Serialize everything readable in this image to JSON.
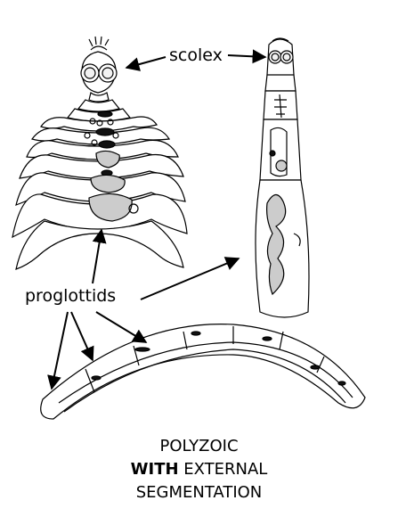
{
  "labels": {
    "scolex": "scolex",
    "proglottids": "proglottids"
  },
  "caption": {
    "line1": "POLYZOIC",
    "line2_bold": "WITH",
    "line2_rest": " EXTERNAL",
    "line3": "SEGMENTATION"
  },
  "colors": {
    "ink": "#000000",
    "fill_light": "#f2f2f2",
    "fill_mid": "#cccccc",
    "fill_dark": "#111111"
  }
}
